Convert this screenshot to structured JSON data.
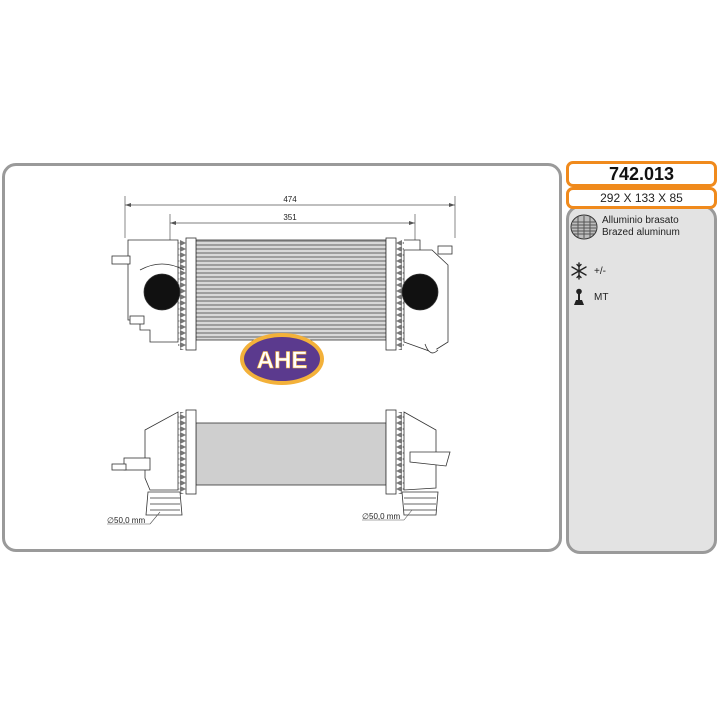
{
  "product": {
    "part_number": "742.013",
    "dimensions": "292 X 133 X 85"
  },
  "drawing": {
    "overall_length": "474",
    "core_length": "351",
    "left_pipe_diameter": "50,0 mm",
    "right_pipe_diameter": "50,0 mm",
    "diameter_symbol": "∅"
  },
  "brand": {
    "logo_text": "AHE",
    "colors": {
      "fill": "#5b3a8e",
      "ring": "#f3b13a",
      "text": "#ffffff"
    }
  },
  "specs": {
    "material_it": "Alluminio brasato",
    "material_en": "Brazed aluminum",
    "ac_value": "+/-",
    "transmission": "MT",
    "icons": {
      "material": "brazed-core-icon",
      "ac": "snowflake-icon",
      "transmission": "gear-shift-icon"
    }
  },
  "colors": {
    "frame_border": "#9a9a9a",
    "accent_border": "#f08a1c",
    "side_panel_bg": "#e3e3e3"
  }
}
